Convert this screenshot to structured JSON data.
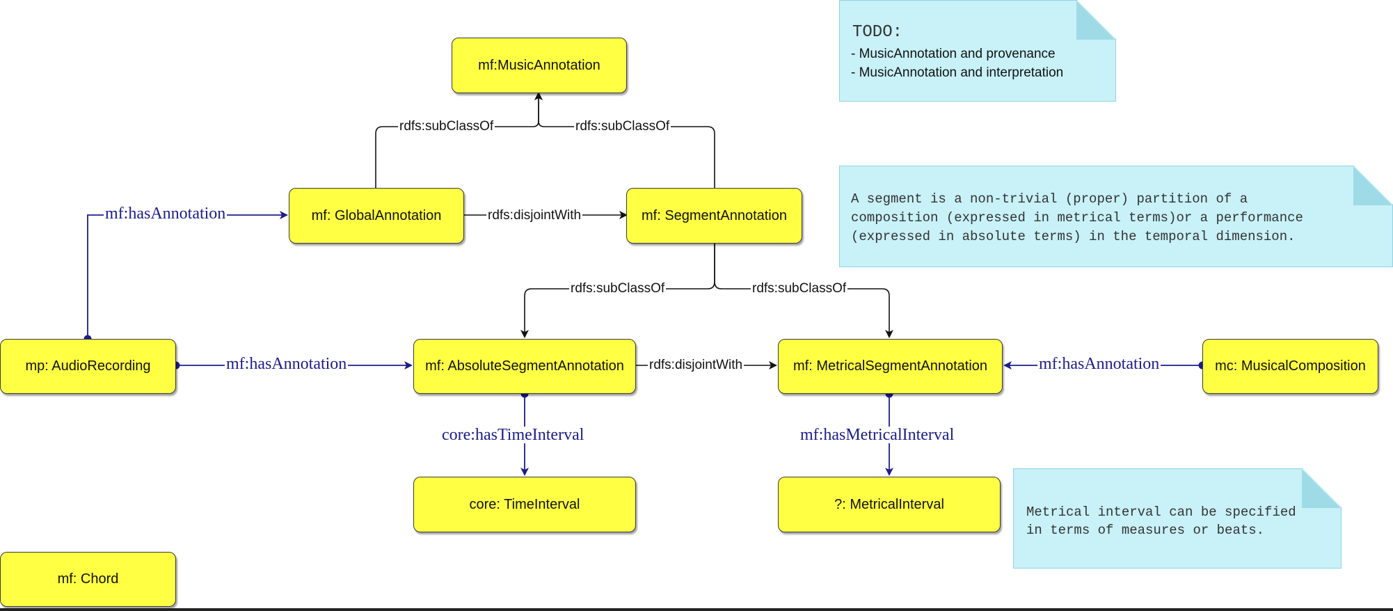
{
  "nodes": {
    "music_annotation": "mf:MusicAnnotation",
    "global_annotation": "mf: GlobalAnnotation",
    "segment_annotation": "mf: SegmentAnnotation",
    "audio_recording": "mp: AudioRecording",
    "absolute_segment_annotation": "mf: AbsoluteSegmentAnnotation",
    "metrical_segment_annotation": "mf: MetricalSegmentAnnotation",
    "musical_composition": "mc: MusicalComposition",
    "time_interval": "core: TimeInterval",
    "metrical_interval": "?: MetricalInterval",
    "chord": "mf: Chord"
  },
  "edges": {
    "global_subclassof": "rdfs:subClassOf",
    "segment_subclassof": "rdfs:subClassOf",
    "global_disjoint": "rdfs:disjointWith",
    "absolute_subclassof": "rdfs:subClassOf",
    "metrical_subclassof": "rdfs:subClassOf",
    "absolute_disjoint": "rdfs:disjointWith",
    "audio_has_global": "mf:hasAnnotation",
    "audio_has_absolute": "mf:hasAnnotation",
    "composition_has_metrical": "mf:hasAnnotation",
    "has_time_interval": "core:hasTimeInterval",
    "has_metrical_interval": "mf:hasMetricalInterval"
  },
  "notes": {
    "todo": {
      "title": "TODO:",
      "items": [
        "- MusicAnnotation and provenance",
        "- MusicAnnotation and interpretation"
      ]
    },
    "segment": {
      "lines": [
        "A segment is a non-trivial (proper) partition of a",
        "composition (expressed in metrical terms)or a performance",
        "(expressed in absolute terms) in the temporal dimension."
      ]
    },
    "metrical": {
      "lines": [
        "Metrical interval can be specified",
        "in terms of measures or beats."
      ]
    }
  },
  "colors": {
    "node_fill": "#ffff44",
    "node_border": "#3a3a3a",
    "note_fill": "#c8f1f8",
    "note_border": "#8fd3e3",
    "black_edge": "#111111",
    "blue_edge": "#1c1c8c"
  }
}
